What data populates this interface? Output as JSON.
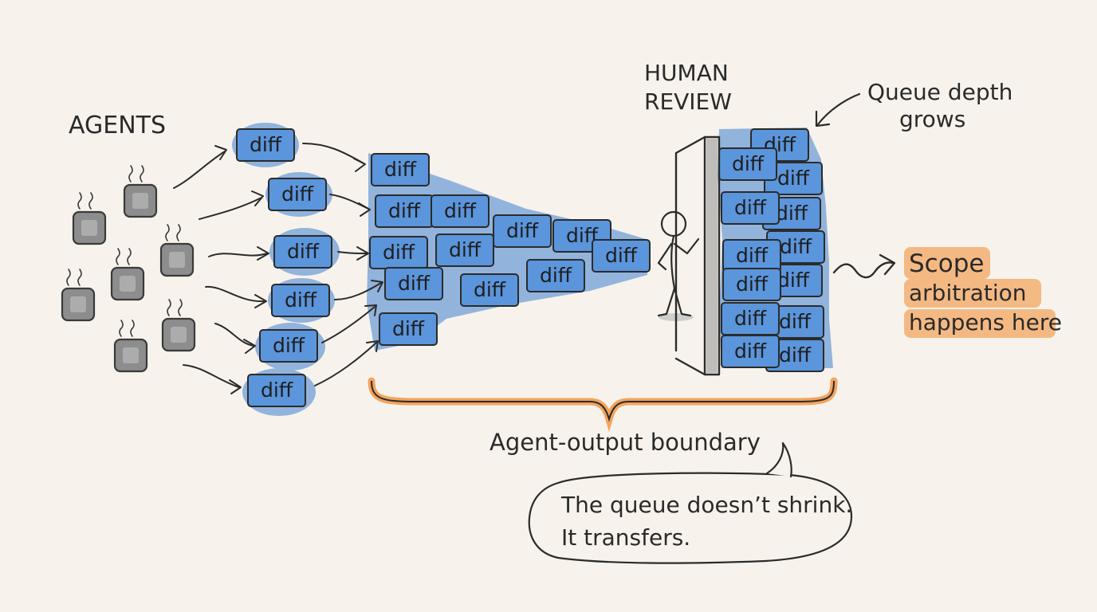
{
  "labels": {
    "agents": "AGENTS",
    "human_review_line1": "HUMAN",
    "human_review_line2": "REVIEW",
    "queue_depth_line1": "Queue depth",
    "queue_depth_line2": "grows",
    "scope_line1": "Scope",
    "scope_line2": "arbitration",
    "scope_line3": "happens here",
    "boundary": "Agent-output boundary",
    "bubble_line1": "The queue doesn’t shrink.",
    "bubble_line2": "It transfers."
  },
  "diff_label": "diff",
  "colors": {
    "background": "#f7f3ec",
    "ink": "#2b2b2b",
    "wash_blue": "#3f7fd0",
    "diff_fill": "#5b95db",
    "agent_gray": "#8d8d8d",
    "orange": "#f28a2e"
  }
}
